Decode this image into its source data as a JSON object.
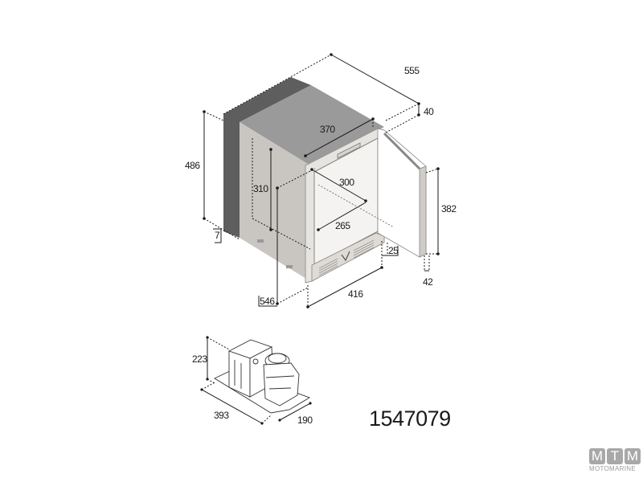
{
  "fridge": {
    "dimensions": {
      "depth_total": "555",
      "door_frame_offset": "40",
      "interior_depth_top": "370",
      "total_height": "486",
      "interior_height": "310",
      "interior_depth": "300",
      "interior_width": "265",
      "door_height": "382",
      "base_offset": "7",
      "body_depth": "546",
      "front_width": "416",
      "frame_depth": "25",
      "door_thickness": "42"
    }
  },
  "compressor": {
    "dimensions": {
      "height": "223",
      "length": "393",
      "width": "190"
    }
  },
  "product_code": "1547079",
  "logo": {
    "letters": [
      "M",
      "T",
      "M"
    ],
    "name": "MOTOMARINE"
  },
  "colors": {
    "side_dark": "#5e5e5e",
    "top_gray": "#9a9a9a",
    "body_light": "#c9c6c2",
    "frame": "#e6e4e0",
    "line": "#1a1a1a"
  }
}
